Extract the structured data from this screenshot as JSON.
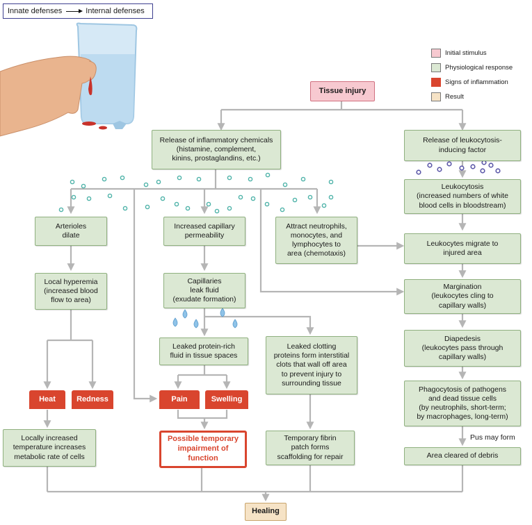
{
  "header": {
    "left": "Innate defenses",
    "right": "Internal defenses"
  },
  "legend": [
    {
      "label": "Initial stimulus",
      "color": "#f7c9d0"
    },
    {
      "label": "Physiological response",
      "color": "#dbe8d3"
    },
    {
      "label": "Signs of inflammation",
      "color": "#d9452e"
    },
    {
      "label": "Result",
      "color": "#f6e3c6"
    }
  ],
  "nodes": {
    "tissue_injury": "Tissue injury",
    "release_chemicals": "Release of inflammatory chemicals\n(histamine, complement,\nkinins, prostaglandins, etc.)",
    "release_leukocytosis_factor": "Release of leukocytosis-\ninducing factor",
    "arterioles_dilate": "Arterioles\ndilate",
    "capillary_permeability": "Increased capillary\npermeability",
    "attract_neutrophils": "Attract neutrophils,\nmonocytes, and\nlymphocytes to\narea (chemotaxis)",
    "leukocytosis": "Leukocytosis\n(increased numbers of white\nblood cells in bloodstream)",
    "leukocytes_migrate": "Leukocytes migrate to\ninjured area",
    "local_hyperemia": "Local hyperemia\n(increased blood\nflow to area)",
    "capillaries_leak": "Capillaries\nleak fluid\n(exudate formation)",
    "margination": "Margination\n(leukocytes cling to\ncapillary walls)",
    "leaked_protein": "Leaked protein-rich\nfluid in tissue spaces",
    "leaked_clotting": "Leaked clotting\nproteins form interstitial\nclots that wall off area\nto prevent injury to\nsurrounding tissue",
    "diapedesis": "Diapedesis\n(leukocytes pass through\ncapillary walls)",
    "heat": "Heat",
    "redness": "Redness",
    "pain": "Pain",
    "swelling": "Swelling",
    "phagocytosis": "Phagocytosis of pathogens\nand dead tissue cells\n(by neutrophils, short-term;\nby macrophages, long-term)",
    "pus_may_form": "Pus may form",
    "locally_increased_temp": "Locally increased\ntemperature increases\nmetabolic rate of cells",
    "impairment": "Possible temporary\nimpairment of\nfunction",
    "fibrin_patch": "Temporary fibrin\npatch forms\nscaffolding for repair",
    "area_cleared": "Area cleared of debris",
    "healing": "Healing"
  },
  "colors": {
    "arrow": "#b5b5b5",
    "chemical_dot": "#4fb3a9",
    "leukocytosis_dot": "#5b57a8",
    "droplet": "#8fc3e8"
  }
}
